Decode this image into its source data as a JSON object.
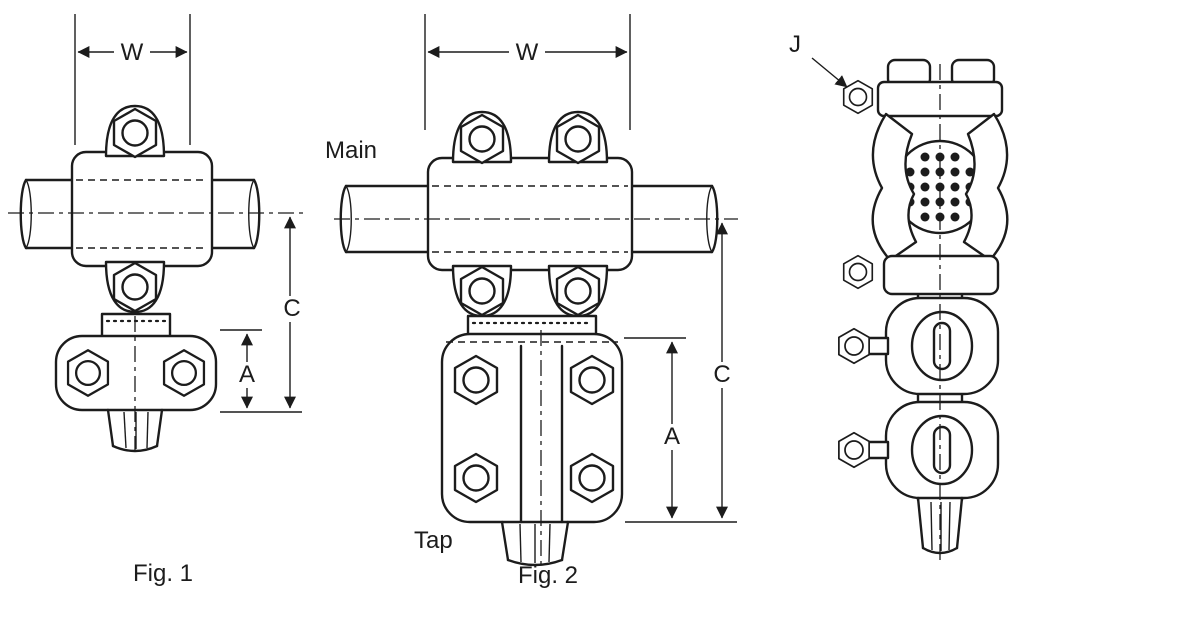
{
  "diagram": {
    "background": "#ffffff",
    "ink": "#1c1c1c",
    "fig1": {
      "caption": "Fig. 1",
      "width_label": "W",
      "overall_height_label": "C",
      "tap_height_label": "A"
    },
    "fig2": {
      "caption": "Fig. 2",
      "main_conductor_label": "Main",
      "tap_conductor_label": "Tap",
      "width_label": "W",
      "overall_height_label": "C",
      "tap_height_label": "A"
    },
    "fig3": {
      "bolt_callout_label": "J"
    }
  }
}
